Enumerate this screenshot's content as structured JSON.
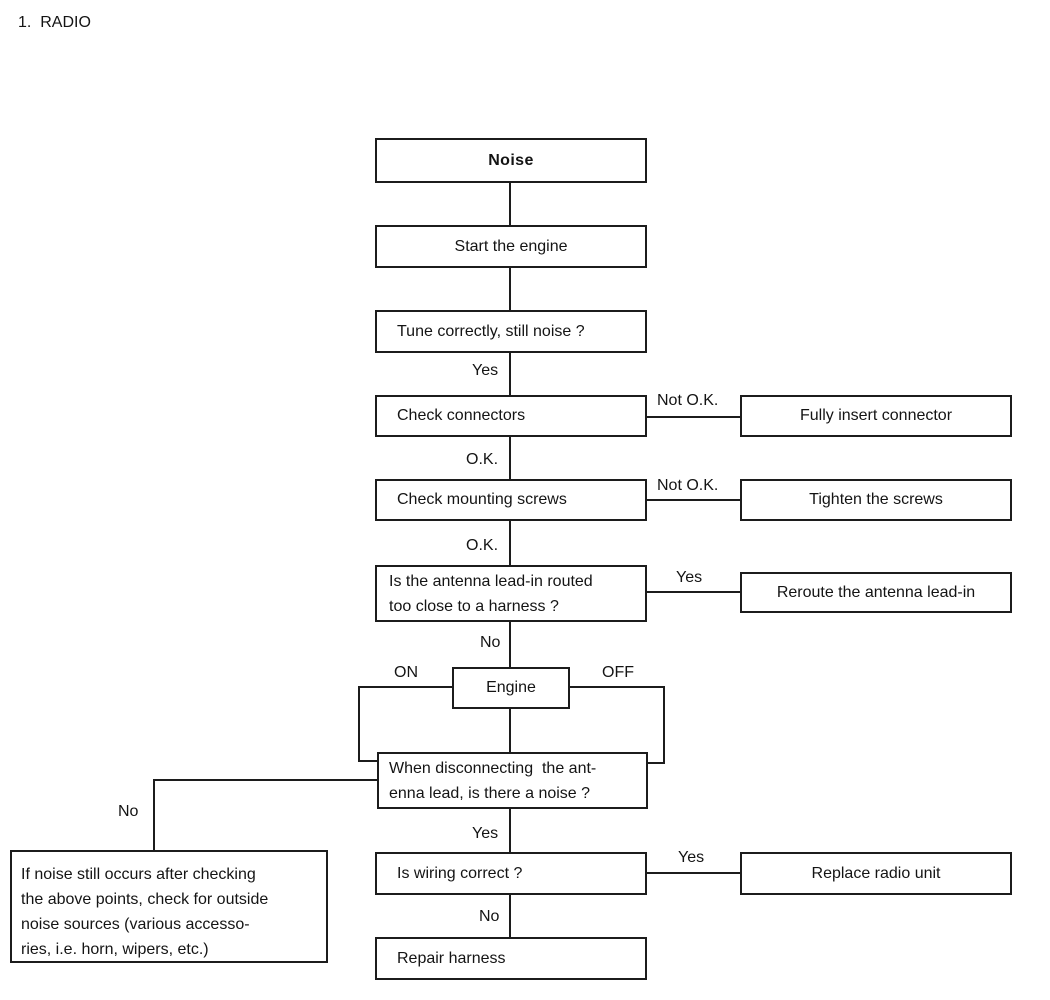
{
  "page": {
    "heading": "1.  RADIO"
  },
  "flowchart": {
    "nodes": {
      "noise": "Noise",
      "start_engine": "Start the engine",
      "tune_correctly": "Tune correctly, still noise ?",
      "check_connectors": "Check connectors",
      "fully_insert_connector": "Fully insert connector",
      "check_mounting_screws": "Check mounting screws",
      "tighten_screws": "Tighten the screws",
      "antenna_lead_in": "Is the antenna lead-in routed\ntoo close to a harness ?",
      "reroute_antenna": "Reroute the antenna lead-in",
      "engine": "Engine",
      "disconnect_antenna": "When disconnecting  the ant-\nenna lead, is there a noise ?",
      "wiring_correct": "Is wiring correct ?",
      "replace_radio": "Replace radio unit",
      "repair_harness": "Repair harness",
      "outside_noise_note": "If noise still occurs after checking\nthe above points, check for outside\nnoise sources (various accesso-\nries, i.e. horn, wipers, etc.)"
    },
    "labels": {
      "yes_tune": "Yes",
      "not_ok_connectors": "Not O.K.",
      "ok_connectors": "O.K.",
      "not_ok_screws": "Not O.K.",
      "ok_screws": "O.K.",
      "yes_antenna": "Yes",
      "no_antenna": "No",
      "engine_on": "ON",
      "engine_off": "OFF",
      "no_disconnect": "No",
      "yes_disconnect": "Yes",
      "yes_wiring": "Yes",
      "no_wiring": "No"
    },
    "colors": {
      "line": "#1c1c1c",
      "text": "#141414",
      "background": "#ffffff"
    }
  }
}
